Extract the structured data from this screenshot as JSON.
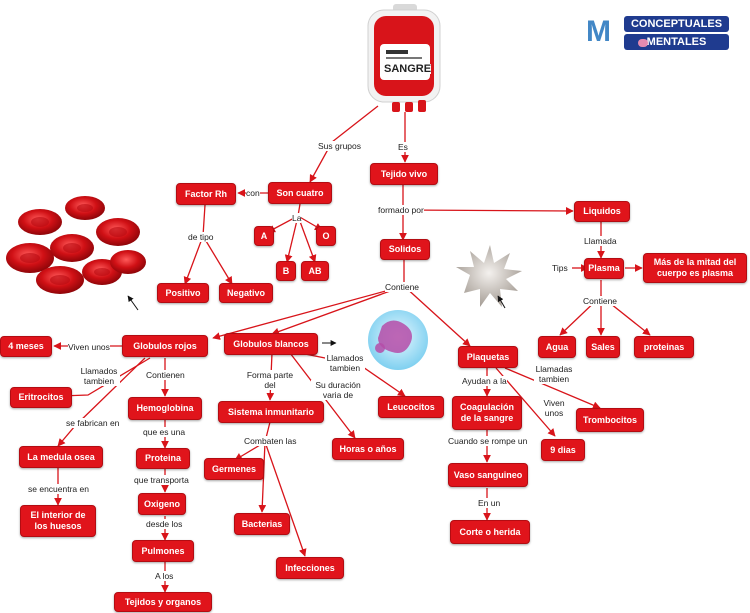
{
  "logo": {
    "line1": "CONCEPTUALES",
    "line2": "MENTALES"
  },
  "bag_label": "SANGRE",
  "nodes": {
    "tejido_vivo": "Tejido vivo",
    "son_cuatro": "Son cuatro",
    "factor_rh": "Factor Rh",
    "a": "A",
    "b": "B",
    "ab": "AB",
    "o": "O",
    "positivo": "Positivo",
    "negativo": "Negativo",
    "solidos": "Solidos",
    "liquidos": "Liquidos",
    "plasma": "Plasma",
    "mitad_cuerpo": "Más de la mitad del cuerpo es plasma",
    "agua": "Agua",
    "sales": "Sales",
    "proteinas": "proteinas",
    "globulos_rojos": "Globulos rojos",
    "globulos_blancos": "Globulos blancos",
    "plaquetas": "Plaquetas",
    "cuatro_meses": "4 meses",
    "eritrocitos": "Eritrocitos",
    "hemoglobina": "Hemoglobina",
    "medula_osea": "La medula osea",
    "interior_huesos": "El interior de los huesos",
    "proteina": "Proteina",
    "oxigeno": "Oxigeno",
    "pulmones": "Pulmones",
    "tejidos_organos": "Tejidos y organos",
    "sistema_inmunitario": "Sistema inmunitario",
    "germenes": "Germenes",
    "bacterias": "Bacterias",
    "infecciones": "Infecciones",
    "horas_anos": "Horas o años",
    "leucocitos": "Leucocitos",
    "coagulacion": "Coagulación de la sangre",
    "vaso_sanguineo": "Vaso sanguineo",
    "corte_herida": "Corte o herida",
    "nueve_dias": "9 dias",
    "trombocitos": "Trombocitos"
  },
  "links": {
    "sus_grupos": "Sus grupos",
    "es": "Es",
    "con": "con",
    "la": "La",
    "de_tipo": "de tipo",
    "formado_por": "formado por",
    "llamada": "Llamada",
    "tips": "Tips",
    "contiene_plasma": "Contiene",
    "contiene_solidos": "Contiene",
    "viven_unos": "Viven unos",
    "llamados_tambien_rojos": "Llamados tambien",
    "contienen": "Contienen",
    "se_fabrican_en": "se fabrican en",
    "se_encuentra_en": "se encuentra en",
    "que_es_una": "que es una",
    "que_transporta": "que transporta",
    "desde_los": "desde los",
    "a_los": "A los",
    "forma_parte_del": "Forma parte del",
    "combaten_las": "Combaten las",
    "su_duracion": "Su duración varia de",
    "llamados_tambien_blancos": "Llamados tambien",
    "ayudan_a_la": "Ayudan a la",
    "cuando_se_rompe": "Cuando se rompe un",
    "en_un": "En un",
    "viven_unos_plaquetas": "Viven unos",
    "llamadas_tambien": "Llamadas tambien"
  },
  "colors": {
    "node": "#e0141b",
    "line": "#d8141a",
    "text": "#ffffff"
  }
}
